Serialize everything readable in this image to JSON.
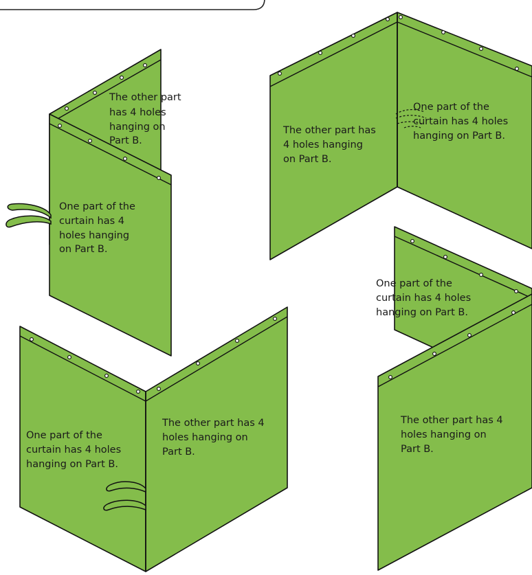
{
  "colors": {
    "curtain_fill": "#84bd4b",
    "outline": "#111111",
    "background": "#ffffff"
  },
  "figures": {
    "top_left": {
      "back_panel_text": [
        "The other part",
        "has 4 holes",
        "hanging on",
        "Part B."
      ],
      "front_panel_text": [
        "One part of the",
        "curtain has 4",
        "holes hanging",
        "on Part B."
      ]
    },
    "top_right": {
      "left_panel_text": [
        "The other part has",
        "4 holes hanging",
        "on Part B."
      ],
      "right_panel_text": [
        "One part of the",
        "curtain has 4 holes",
        "hanging on Part B."
      ]
    },
    "bottom_left": {
      "left_panel_text": [
        "One part of the",
        "curtain has 4 holes",
        "hanging on Part B."
      ],
      "right_panel_text": [
        "The other part has 4",
        "holes hanging on",
        "Part B."
      ]
    },
    "bottom_right": {
      "back_panel_text": [
        "One part of the",
        "curtain has 4 holes",
        "hanging on Part B."
      ],
      "front_panel_text": [
        "The other part has 4",
        "holes hanging on",
        "Part B."
      ]
    }
  }
}
